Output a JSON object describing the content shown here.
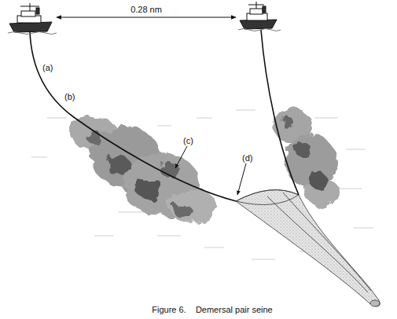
{
  "diagram": {
    "caption": "Figure 6.    Demersal pair seine",
    "labels": [
      "0.28 nm",
      "(a)",
      "(b)",
      "(c)",
      "(d)"
    ]
  }
}
